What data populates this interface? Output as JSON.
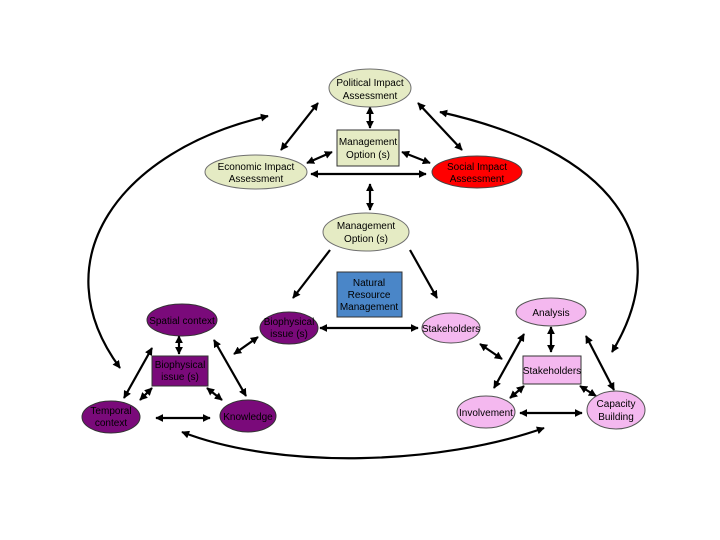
{
  "colors": {
    "ellipse_light_green": "#e5ebc4",
    "social_red": "#ff0000",
    "purple_dark": "#7a0a7a",
    "pink_light": "#f4b8ef",
    "box_blue": "#4a86c8",
    "arrow": "#000000"
  },
  "nodes": {
    "political_impact": {
      "line1": "Political Impact",
      "line2": "Assessment"
    },
    "management_option_box": {
      "line1": "Management",
      "line2": "Option (s)"
    },
    "economic_impact": {
      "line1": "Economic Impact",
      "line2": "Assessment"
    },
    "social_impact": {
      "line1": "Social Impact",
      "line2": "Assessment"
    },
    "management_option_ellipse": {
      "line1": "Management",
      "line2": "Option (s)"
    },
    "natural_resource_management": {
      "line1": "Natural",
      "line2": "Resource",
      "line3": "Management"
    },
    "biophysical_issue_center": {
      "line1": "Biophysical",
      "line2": "issue (s)"
    },
    "stakeholders_center": {
      "line1": "Stakeholders"
    },
    "spatial_context": {
      "line1": "Spatial context"
    },
    "biophysical_issue_box": {
      "line1": "Biophysical",
      "line2": "issue (s)"
    },
    "temporal_context": {
      "line1": "Temporal",
      "line2": "context"
    },
    "knowledge": {
      "line1": "Knowledge"
    },
    "analysis": {
      "line1": "Analysis"
    },
    "stakeholders_box": {
      "line1": "Stakeholders"
    },
    "involvement": {
      "line1": "Involvement"
    },
    "capacity_building": {
      "line1": "Capacity",
      "line2": "Building"
    }
  }
}
